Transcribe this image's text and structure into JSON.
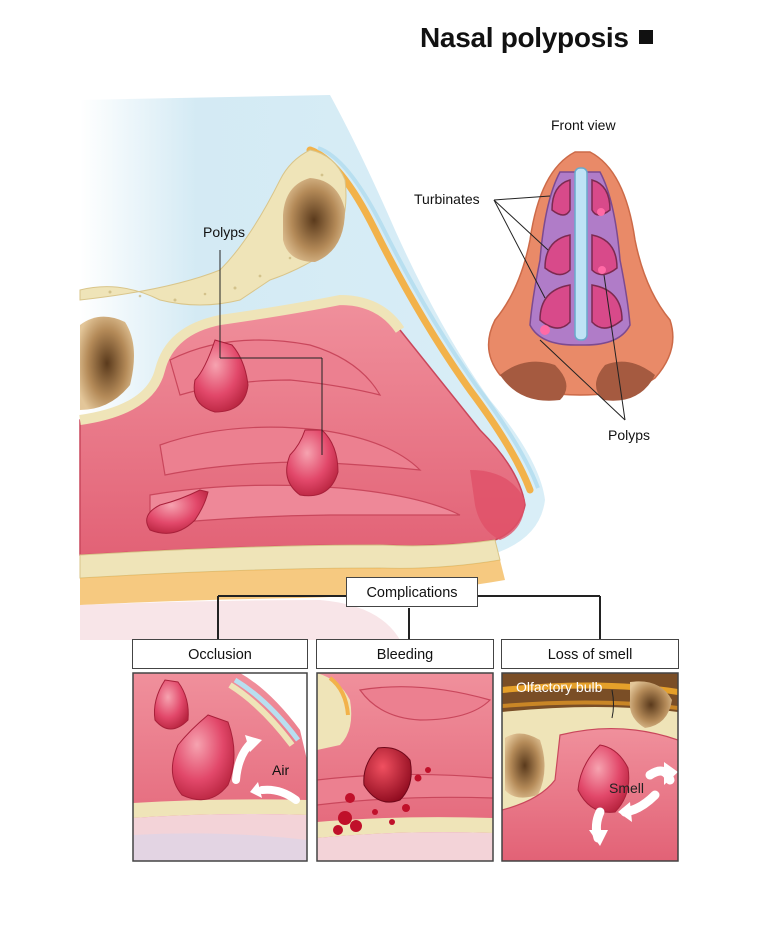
{
  "title": "Nasal polyposis",
  "main_view": {
    "polyps_label": "Polyps"
  },
  "front_view": {
    "heading": "Front view",
    "turbinates_label": "Turbinates",
    "polyps_label": "Polyps"
  },
  "complications": {
    "heading": "Complications",
    "panels": [
      {
        "label": "Occlusion",
        "annotation": "Air"
      },
      {
        "label": "Bleeding"
      },
      {
        "label": "Loss of smell",
        "annotation_top": "Olfactory bulb",
        "annotation": "Smell"
      }
    ]
  },
  "colors": {
    "mucosa": "#e8707e",
    "polyp": "#e0405a",
    "bone": "#efe4b8",
    "skin_blue": "#cfe8f3",
    "fat": "#f2b24a",
    "blood": "#c0102a"
  }
}
